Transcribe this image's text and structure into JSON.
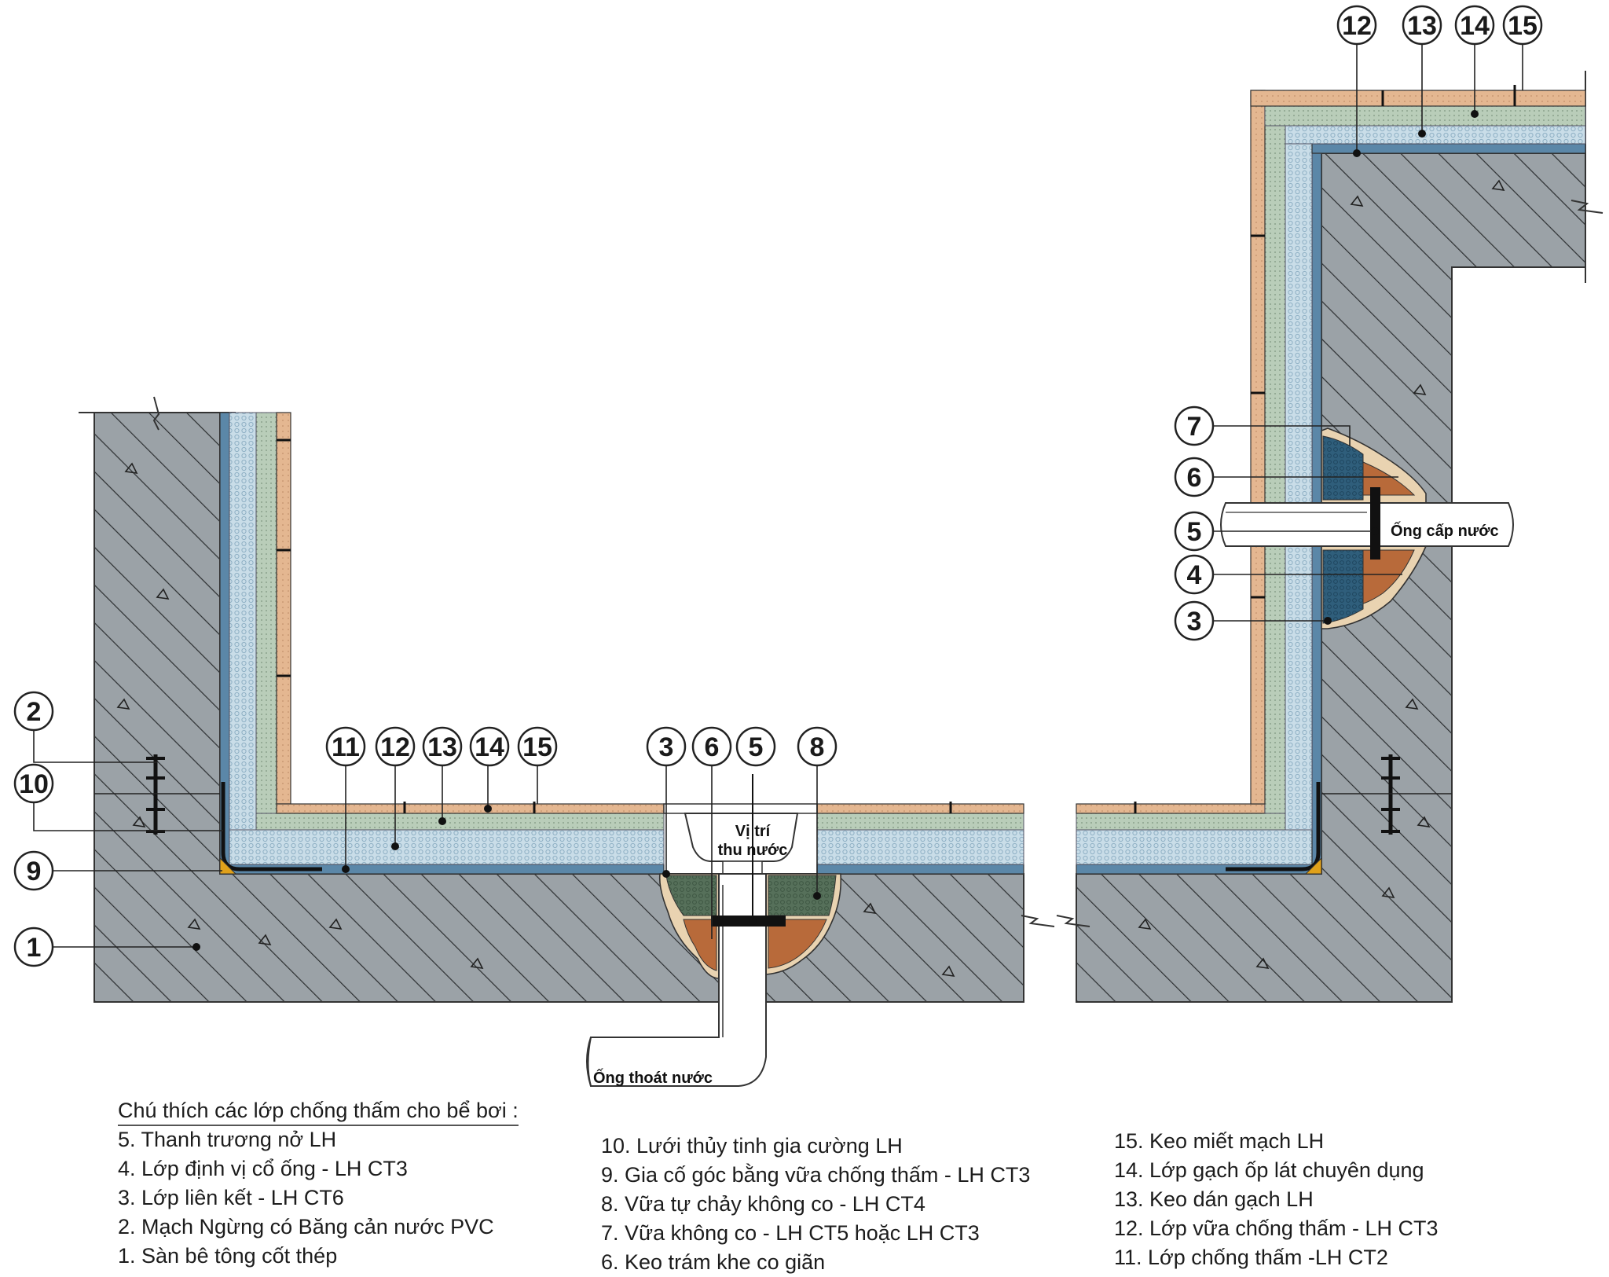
{
  "callouts": {
    "left": [
      "2",
      "10",
      "9",
      "1"
    ],
    "floor": [
      "11",
      "12",
      "13",
      "14",
      "15"
    ],
    "drain": [
      "3",
      "6",
      "5",
      "8"
    ],
    "top_right": [
      "12",
      "13",
      "14",
      "15"
    ],
    "pipe": [
      "7",
      "6",
      "5",
      "4",
      "3"
    ]
  },
  "labels": {
    "drain_position": "Vị trí\nthu nước",
    "drain_pipe": "Ống thoát nước",
    "supply_pipe": "Ống cấp nước"
  },
  "legend": {
    "title": "Chú thích các lớp chống thấm cho bể bơi :",
    "col1": [
      "5. Thanh trương nở LH",
      "4. Lớp định vị cổ ống - LH CT3",
      "3. Lớp liên kết - LH CT6",
      "2. Mạch Ngừng có Băng cản nước PVC",
      "1. Sàn bê tông cốt thép"
    ],
    "col2": [
      "10. Lưới thủy tinh gia cường LH",
      "9. Gia cố góc bằng vữa chống thấm - LH CT3",
      "8. Vữa tự chảy không co - LH CT4",
      "7. Vữa không co  - LH CT5 hoặc LH CT3",
      "6. Keo trám khe co giãn"
    ],
    "col3": [
      "15. Keo miết mạch  LH",
      "14. Lớp gạch ốp lát chuyên dụng",
      "13. Keo dán gạch LH",
      "12. Lớp vữa chống thấm - LH CT3",
      "11. Lớp chống thấm  -LH CT2"
    ]
  },
  "colors": {
    "concrete": "#9aa1a6",
    "membrane": "#5b87a8",
    "mortar": "#c5dbe6",
    "adhesive": "#b6cbb7",
    "tile": "#e2b48f",
    "nonshrink": "#4f7f73",
    "sealant": "#b86a3a"
  }
}
